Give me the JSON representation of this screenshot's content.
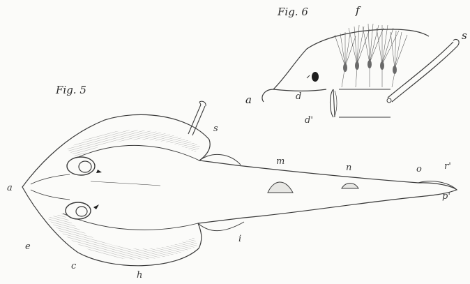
{
  "figures": {
    "fig5": {
      "title": "Fig. 5",
      "labels": {
        "a": "a",
        "s": "s",
        "m": "m",
        "n": "n",
        "o": "o",
        "r": "r'",
        "p": "p'",
        "e": "e",
        "c": "c",
        "h": "h",
        "i": "i"
      }
    },
    "fig6": {
      "title": "Fig. 6",
      "labels": {
        "f": "f",
        "s": "s",
        "a": "a",
        "d": "d",
        "d2": "d'"
      }
    }
  },
  "colors": {
    "ink": "#3a3a3a",
    "paper": "#fbfbf9",
    "shade": "#9a9a9a",
    "eye_dark": "#1e1e1e"
  }
}
